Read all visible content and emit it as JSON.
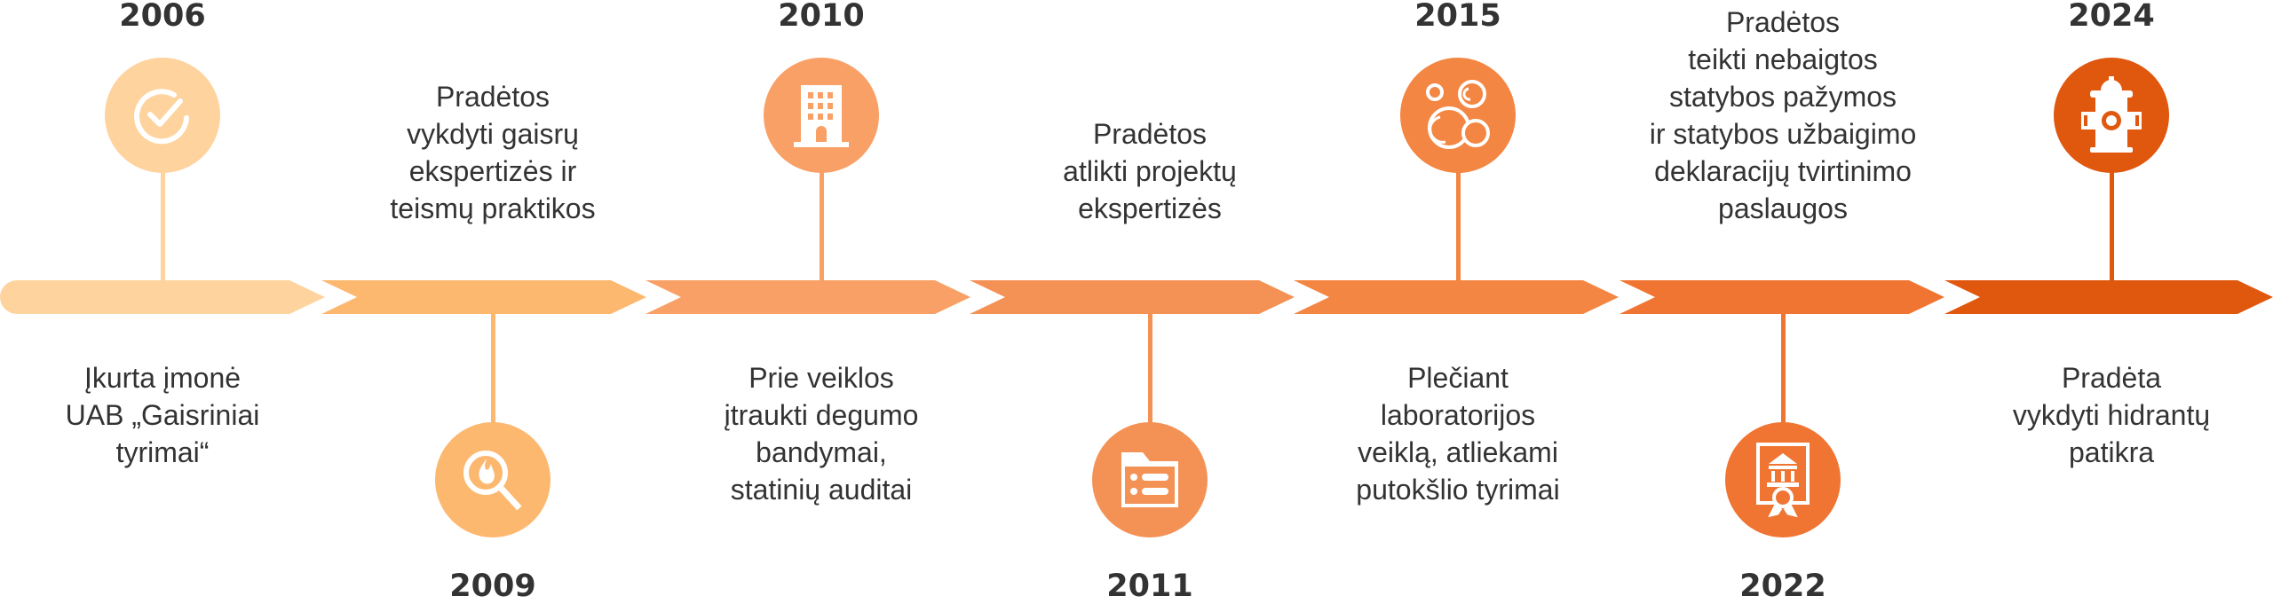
{
  "colors": [
    "#FED39E",
    "#FDB870",
    "#F9A066",
    "#F49256",
    "#F38642",
    "#F07532",
    "#E0570E"
  ],
  "events": [
    {
      "year": "2006",
      "icon": "check-circle-icon",
      "icon_position": "top",
      "lines": [
        "Įkurta įmonė",
        "UAB „Gaisriniai",
        "tyrimai“"
      ]
    },
    {
      "year": "2009",
      "icon": "fire-search-icon",
      "icon_position": "bottom",
      "lines": [
        "Pradėtos",
        "vykdyti gaisrų",
        "ekspertizės ir",
        "teismų praktikos"
      ]
    },
    {
      "year": "2010",
      "icon": "building-icon",
      "icon_position": "top",
      "lines": [
        "Prie veiklos",
        "įtraukti degumo",
        "bandymai,",
        "statinių auditai"
      ]
    },
    {
      "year": "2011",
      "icon": "folder-list-icon",
      "icon_position": "bottom",
      "lines": [
        "Pradėtos",
        "atlikti projektų",
        "ekspertizės"
      ]
    },
    {
      "year": "2015",
      "icon": "bubbles-icon",
      "icon_position": "top",
      "lines": [
        "Plečiant",
        "laboratorijos",
        "veiklą, atliekami",
        "putokšlio tyrimai"
      ]
    },
    {
      "year": "2022",
      "icon": "certificate-icon",
      "icon_position": "bottom",
      "lines": [
        "Pradėtos",
        "teikti nebaigtos",
        "statybos pažymos",
        "ir statybos užbaigimo",
        "deklaracijų tvirtinimo",
        "paslaugos"
      ]
    },
    {
      "year": "2024",
      "icon": "fire-hydrant-icon",
      "icon_position": "top",
      "lines": [
        "Pradėta",
        "vykdyti hidrantų",
        "patikra"
      ]
    }
  ]
}
